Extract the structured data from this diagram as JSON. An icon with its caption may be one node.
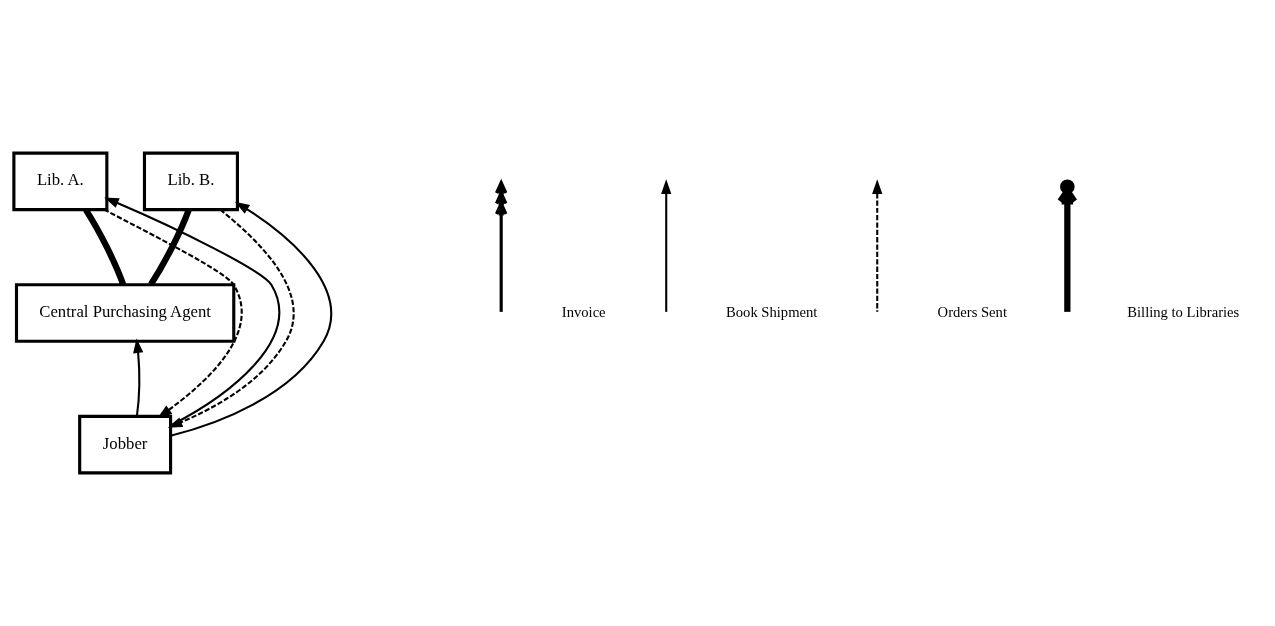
{
  "diagram": {
    "nodes": [
      {
        "text": [
          "Lib. A."
        ]
      },
      {
        "text": [
          "Lib. B."
        ]
      },
      {
        "text": [
          "Central Purchasing Agent"
        ]
      },
      {
        "text": [
          "Jobber"
        ]
      }
    ],
    "edges": [
      {
        "from": 2,
        "to": 0,
        "arrow": "none",
        "style": "thick"
      },
      {
        "from": 2,
        "to": 1,
        "arrow": "none",
        "style": "thick"
      },
      {
        "from": 0,
        "to": 3,
        "arrow": "to",
        "style": "dashed"
      },
      {
        "from": 1,
        "to": 3,
        "arrow": "to",
        "style": "dashed"
      },
      {
        "from": 3,
        "to": 2,
        "arrow": "to"
      },
      {
        "from": 3,
        "to": 0,
        "arrow": "to"
      },
      {
        "from": 3,
        "to": 1,
        "arrow": "to"
      }
    ],
    "legend": [
      {
        "text": "Invoice"
      },
      {
        "text": "Book Shipment"
      },
      {
        "text": "Orders Sent"
      },
      {
        "text": "Billing to Libraries"
      }
    ]
  }
}
